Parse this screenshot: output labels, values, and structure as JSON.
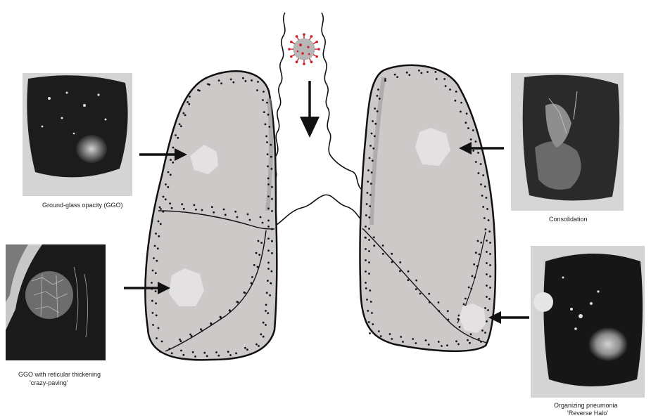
{
  "panels": {
    "ggo": {
      "caption": "Ground-glass opacity (GGO)"
    },
    "crazy_paving": {
      "caption_line1": "GGO with reticular thickening",
      "caption_line2": "'crazy-paving'"
    },
    "consolidation": {
      "caption": "Consolidation"
    },
    "organizing_pneumonia": {
      "caption_line1": "Organizing pneumonia",
      "caption_line2": "'Reverse Halo'"
    }
  },
  "icons": [
    "virus-icon",
    "arrow-down-icon",
    "arrow-right-icon",
    "arrow-left-icon"
  ],
  "colors": {
    "lung_fill": "#cdc9c9",
    "lesion": "#e3e1e1",
    "outline": "#111111",
    "virus_body": "#b7b7b7",
    "virus_spike": "#d0202a",
    "ct_background": "#1a1a1a",
    "ct_frame": "#d2d2d2"
  }
}
